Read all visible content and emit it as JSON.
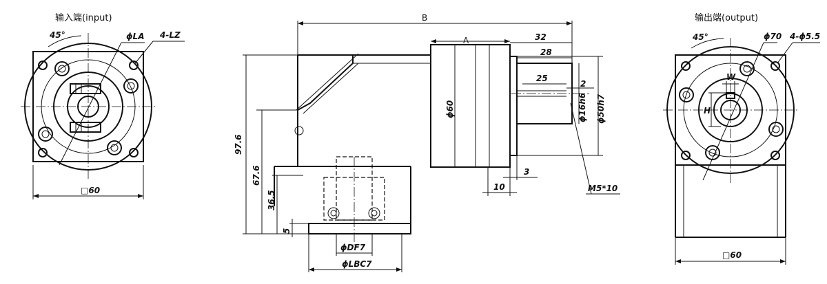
{
  "views": {
    "input": {
      "title": "输入端(input)",
      "angle": "45°",
      "dia_la": "ϕLA",
      "holes": "4-LZ",
      "width": "□60"
    },
    "side": {
      "b": "B",
      "a": "A",
      "d32": "32",
      "d28": "28",
      "d25": "25",
      "d2": "2",
      "d97_6": "97.6",
      "d67_6": "67.6",
      "d36_5": "36.5",
      "d5": "5",
      "d10": "10",
      "d3": "3",
      "phi60": "ϕ60",
      "phi50": "ϕ50h7",
      "phi16": "ϕ16h6",
      "m5": "M5*10",
      "df": "ϕDF7",
      "lbc": "ϕLBC7"
    },
    "output": {
      "title": "输出端(output)",
      "angle": "45°",
      "dia70": "ϕ70",
      "holes": "4-ϕ5.5",
      "w": "W",
      "h": "H",
      "width": "□60"
    }
  },
  "colors": {
    "line": "#111111",
    "background": "#ffffff"
  }
}
